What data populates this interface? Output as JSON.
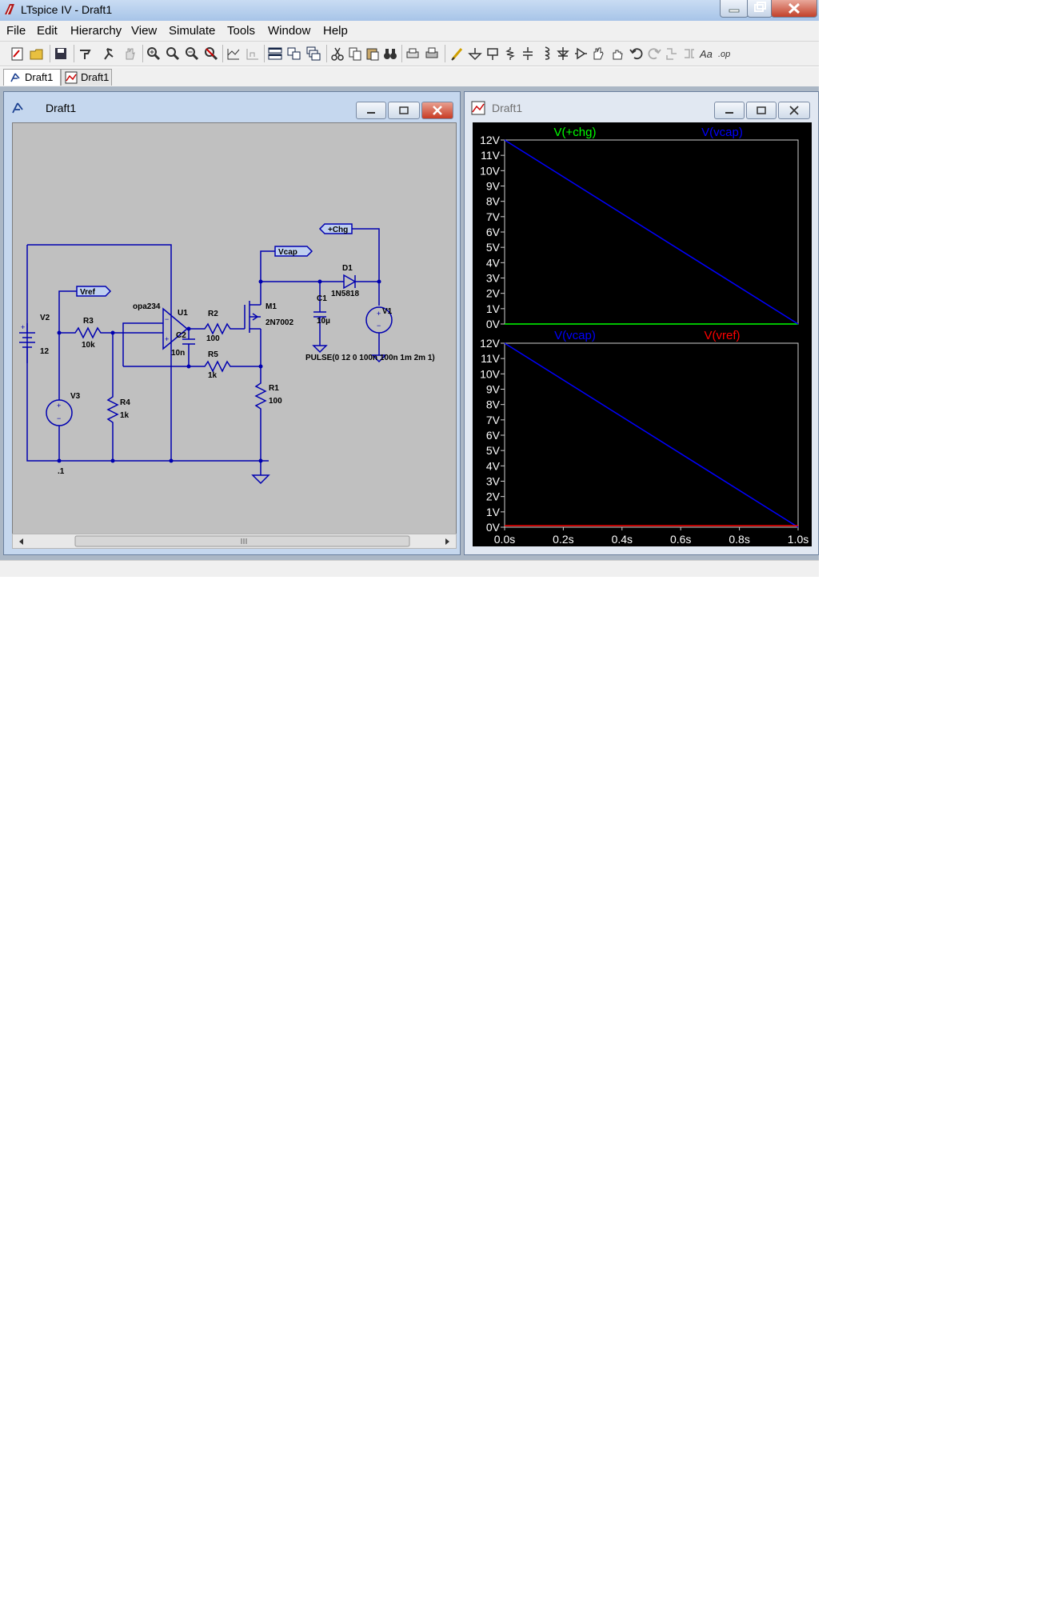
{
  "app": {
    "title": "LTspice IV - Draft1"
  },
  "menu": [
    "File",
    "Edit",
    "Hierarchy",
    "View",
    "Simulate",
    "Tools",
    "Window",
    "Help"
  ],
  "tabs": [
    {
      "label": "Draft1",
      "icon": "schematic-icon"
    },
    {
      "label": "Draft1",
      "icon": "waveform-icon"
    }
  ],
  "schematic": {
    "title": "Draft1",
    "labels": {
      "v2": "V2",
      "v2val": "12",
      "v3": "V3",
      "v3val": ".1",
      "r3": "R3",
      "r3val": "10k",
      "r4": "R4",
      "r4val": "1k",
      "u1": "U1",
      "u1part": "opa234",
      "c2": "C2",
      "c2val": "10n",
      "r2": "R2",
      "r2val": "100",
      "r5": "R5",
      "r5val": "1k",
      "m1": "M1",
      "m1part": "2N7002",
      "r1": "R1",
      "r1val": "100",
      "c1": "C1",
      "c1val": "10µ",
      "d1": "D1",
      "d1part": "1N5818",
      "v1": "V1",
      "pulse": "PULSE(0 12 0 100n 100n 1m 2m 1)",
      "vref": "Vref",
      "vcap": "Vcap",
      "chg": "+Chg"
    }
  },
  "waveform": {
    "title": "Draft1"
  },
  "chart_data": [
    {
      "type": "line",
      "series": [
        {
          "name": "V(+chg)",
          "color": "#00ff00",
          "x": [
            0,
            1.0
          ],
          "y": [
            0,
            0
          ]
        },
        {
          "name": "V(vcap)",
          "color": "#0000ff",
          "x": [
            0,
            1.0
          ],
          "y": [
            12,
            0
          ]
        }
      ],
      "yticks": [
        "12V",
        "11V",
        "10V",
        "9V",
        "8V",
        "7V",
        "6V",
        "5V",
        "4V",
        "3V",
        "2V",
        "1V",
        "0V"
      ],
      "ylim": [
        0,
        12
      ],
      "xlim": [
        0,
        1.0
      ]
    },
    {
      "type": "line",
      "series": [
        {
          "name": "V(vcap)",
          "color": "#0000ff",
          "x": [
            0,
            1.0
          ],
          "y": [
            12,
            0
          ]
        },
        {
          "name": "V(vref)",
          "color": "#ff0000",
          "x": [
            0,
            1.0
          ],
          "y": [
            0.1,
            0.1
          ]
        }
      ],
      "yticks": [
        "12V",
        "11V",
        "10V",
        "9V",
        "8V",
        "7V",
        "6V",
        "5V",
        "4V",
        "3V",
        "2V",
        "1V",
        "0V"
      ],
      "xticks": [
        "0.0s",
        "0.2s",
        "0.4s",
        "0.6s",
        "0.8s",
        "1.0s"
      ],
      "ylim": [
        0,
        12
      ],
      "xlim": [
        0,
        1.0
      ]
    }
  ]
}
